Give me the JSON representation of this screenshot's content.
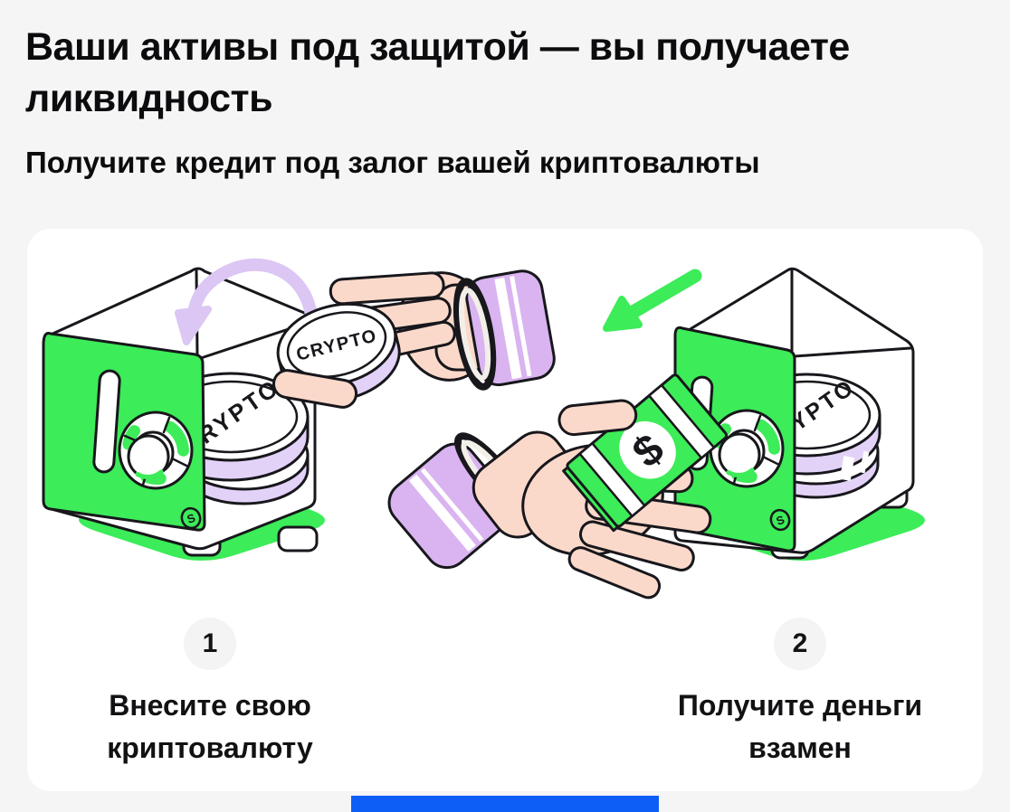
{
  "page": {
    "background": "#F5F5F6",
    "card_background": "#FFFFFF"
  },
  "header": {
    "title_line1": "Ваши активы под защитой — вы получаете",
    "title_line2": "ликвидность",
    "subtitle": "Получите кредит под залог вашей криптовалюты"
  },
  "illustration": {
    "coin_label": "CRYPTO",
    "banknote_symbol": "$",
    "safe_monogram": "S",
    "colors": {
      "green": "#3CEC58",
      "lavender": "#E3D2F8",
      "arc_purple": "#DCC6F4",
      "cuff_purple": "#D9B4F0",
      "skin": "#FBD9CA",
      "outline": "#17171C"
    }
  },
  "steps": [
    {
      "number": "1",
      "caption_line1": "Внесите свою",
      "caption_line2": "криптовалюту"
    },
    {
      "number": "2",
      "caption_line1": "Получите деньги",
      "caption_line2": "взамен"
    }
  ],
  "bottom_bar": {
    "color": "#0D5EF6"
  }
}
